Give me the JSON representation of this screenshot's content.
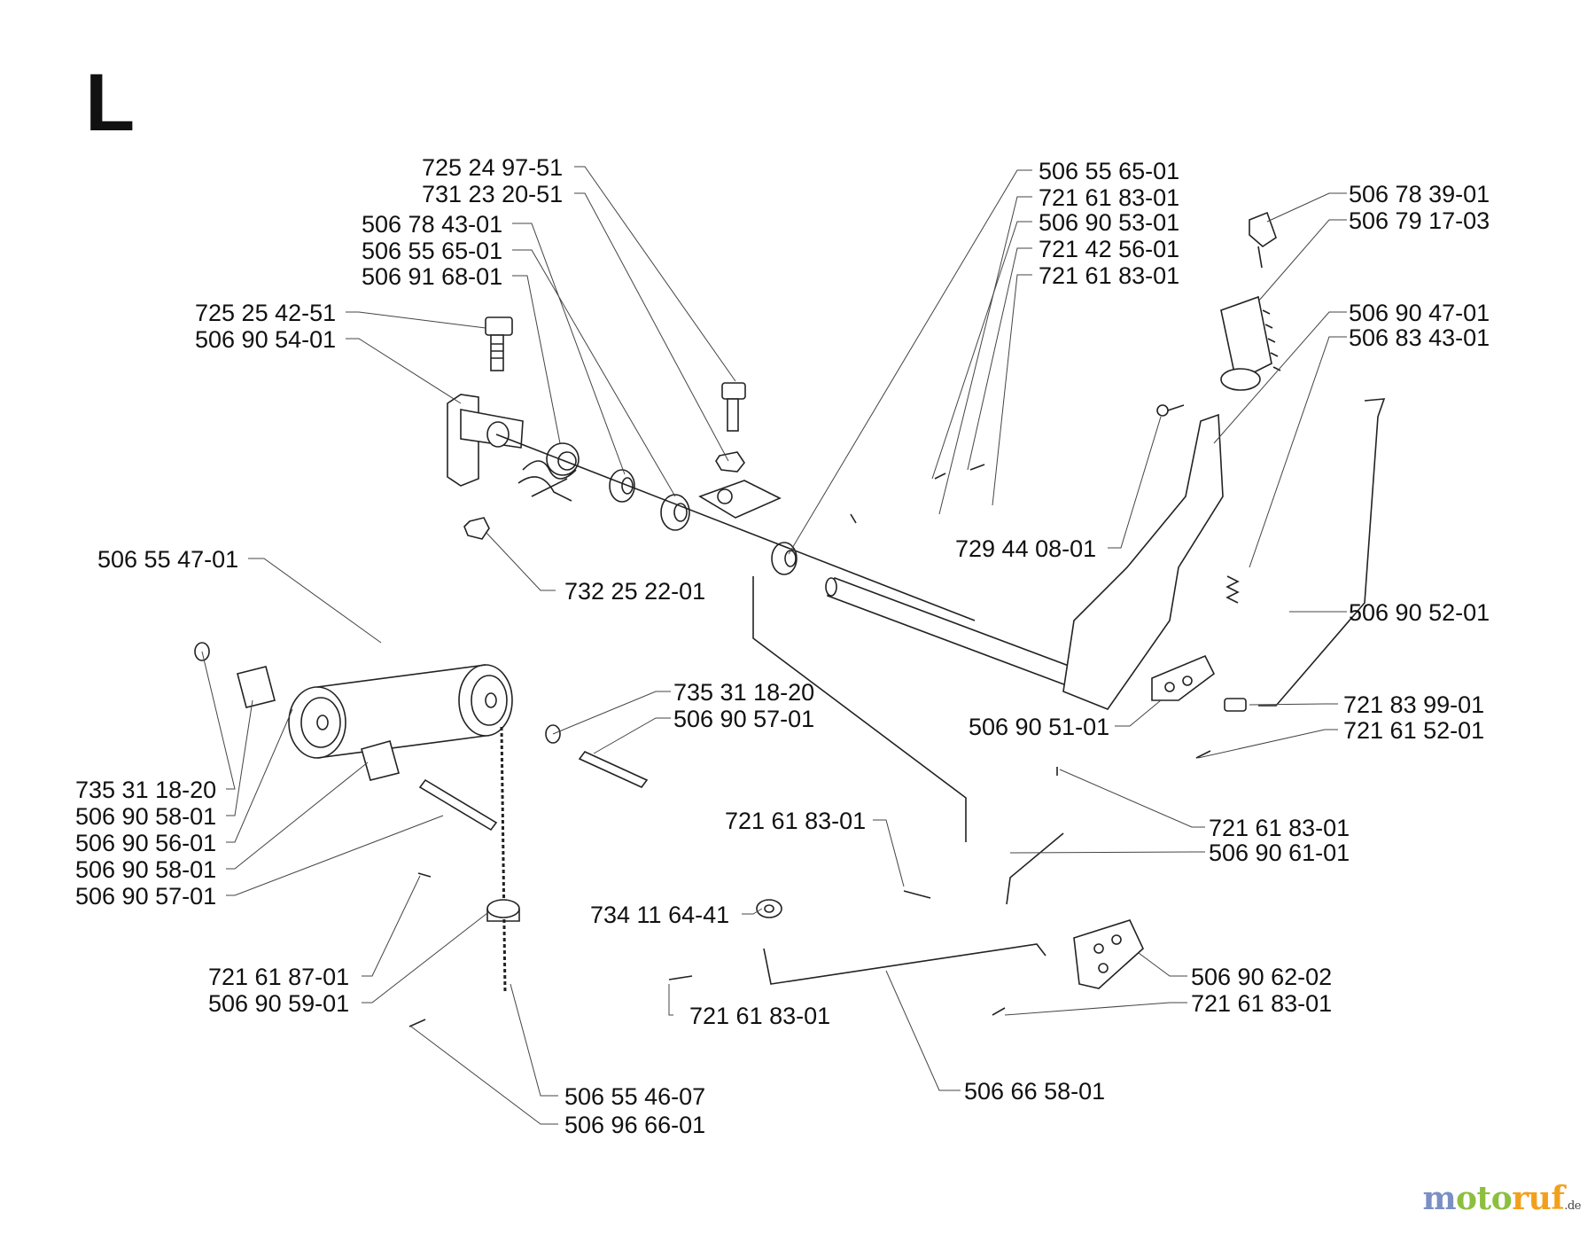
{
  "diagram": {
    "section_letter": "L",
    "watermark": {
      "m": "m",
      "oto": "oto",
      "ruf": "ruf",
      "tld": ".de"
    },
    "callouts": [
      "725 24 97-51",
      "731 23 20-51",
      "506 78 43-01",
      "506 55 65-01",
      "506 91 68-01",
      "725 25 42-51",
      "506 90 54-01",
      "506 55 47-01",
      "732 25 22-01",
      "735 31 18-20",
      "506 90 58-01",
      "506 90 56-01",
      "506 90 58-01",
      "506 90 57-01",
      "735 31 18-20",
      "506 90 57-01",
      "721 61 87-01",
      "506 90 59-01",
      "506 55 46-07",
      "506 96 66-01",
      "506 55 65-01",
      "721 61 83-01",
      "506 90 53-01",
      "721 42 56-01",
      "721 61 83-01",
      "729 44 08-01",
      "506 90 51-01",
      "506 78 39-01",
      "506 79 17-03",
      "506 90 47-01",
      "506 83 43-01",
      "506 90 52-01",
      "721 83 99-01",
      "721 61 52-01",
      "721 61 83-01",
      "506 90 61-01",
      "721 61 83-01",
      "734 11 64-41",
      "721 61 83-01",
      "506 90 62-02",
      "721 61 83-01",
      "506 66 58-01"
    ]
  }
}
